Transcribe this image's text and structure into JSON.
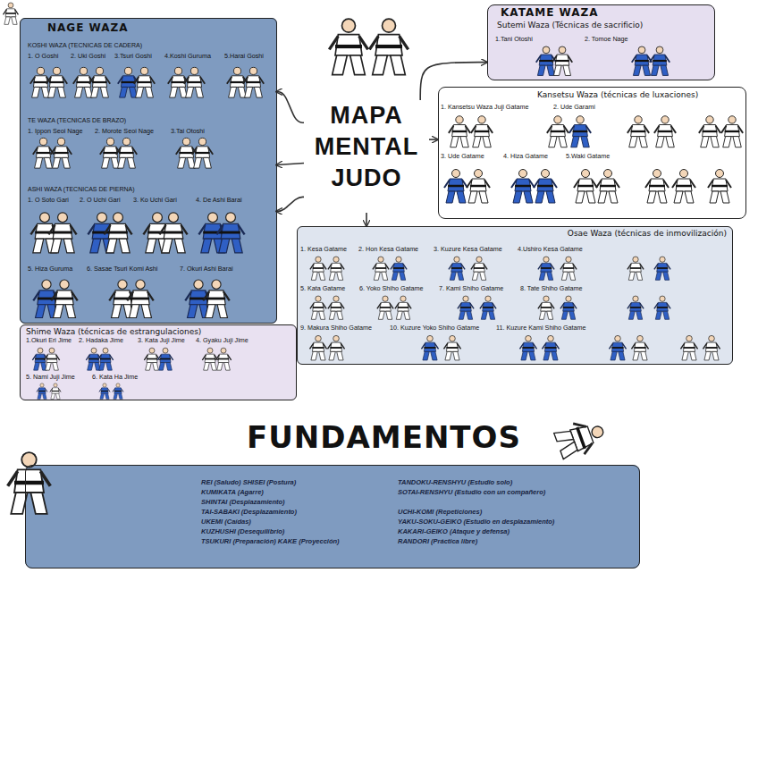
{
  "diagram": {
    "nodes": [
      {
        "text": [
          "NAGE WAZA"
        ]
      },
      {
        "text": [
          "KOSHI WAZA (TECNICAS DE CADERA)",
          "1. O Goshi",
          "2. Uki Goshi",
          "3.Tsuri Goshi",
          "4.Koshi Guruma",
          "5.Harai Goshi"
        ],
        "in": 0
      },
      {
        "text": [
          "TE WAZA (TECNICAS DE BRAZO)",
          "1. Ippon Seoi Nage",
          "2. Morote Seoi Nage",
          "3.Tai Otoshi"
        ],
        "in": 0
      },
      {
        "text": [
          "ASHI WAZA (TECNICAS DE PIERNA)",
          "1. O Soto Gari",
          "2. O Uchi Gari",
          "3. Ko Uchi Gari",
          "4. De Ashi Barai",
          "5. Hiza Guruma",
          "6. Sasae Tsuri Komi Ashi",
          "7. Okuri Ashi Barai"
        ],
        "in": 0
      },
      {
        "text": [
          "Shime Waza (técnicas de estrangulaciones)",
          "1.Okuri Eri Jime",
          "2. Hadaka Jime",
          "3. Kata Juji Jime",
          "4. Gyaku Juji Jime",
          "5. Nami Juji Jime",
          "6. Kata Ha Jime"
        ]
      },
      {
        "text": [
          "MAPA MENTAL JUDO"
        ]
      },
      {
        "text": [
          "KATAME WAZA",
          "Sutemi Waza (Técnicas de sacrificio)",
          "1.Tani Otoshi",
          "2. Tomoe Nage"
        ]
      },
      {
        "text": [
          "Kansetsu Waza (técnicas de luxaciones)",
          "1. Kansetsu Waza Juji Gatame",
          "2. Ude Garami",
          "3. Ude Gatame",
          "4. Hiza Gatame",
          "5.Waki Gatame"
        ]
      },
      {
        "text": [
          "Osae Waza (técnicas de inmovilización)",
          "1. Kesa Gatame",
          "2. Hon Kesa Gatame",
          "3. Kuzure Kesa Gatame",
          "4.Ushiro Kesa Gatame",
          "5. Kata Gatame",
          "6. Yoko Shiho Gatame",
          "7. Kami Shiho Gatame",
          "8. Tate Shiho Gatame",
          "9. Makura Shiho Gatame",
          "10. Kuzure Yoko Shiho Gatame",
          "11. Kuzure Kami Shiho Gatame"
        ]
      },
      {
        "text": [
          "FUNDAMENTOS",
          "REI (Saludo) SHISEI (Postura)",
          "KUMIKATA (Agarre)",
          "SHINTAI (Desplazamiento)",
          "TAI-SABAKI (Desplazamiento)",
          "UKEMI (Caídas)",
          "KUZHUSHI (Desequilibrio)",
          "TSUKURI (Preparación) KAKE (Proyección)",
          "TANDOKU-RENSHYU (Estudio solo)",
          "SOTAI-RENSHYU (Estudio con un compañero)",
          "UCHI-KOMI (Repeticiones)",
          "YAKU-SOKU-GEIKO (Estudio en desplazamiento)",
          "KAKARI-GEIKO (Ataque y defensa)",
          "RANDORI (Práctica libre)"
        ]
      }
    ],
    "edges": [
      {
        "from": 5,
        "to": 1,
        "arrow": "to"
      },
      {
        "from": 5,
        "to": 2,
        "arrow": "to"
      },
      {
        "from": 5,
        "to": 3,
        "arrow": "to"
      },
      {
        "from": 5,
        "to": 6,
        "arrow": "to"
      },
      {
        "from": 5,
        "to": 7,
        "arrow": "to"
      },
      {
        "from": 5,
        "to": 8,
        "arrow": "to"
      }
    ]
  }
}
